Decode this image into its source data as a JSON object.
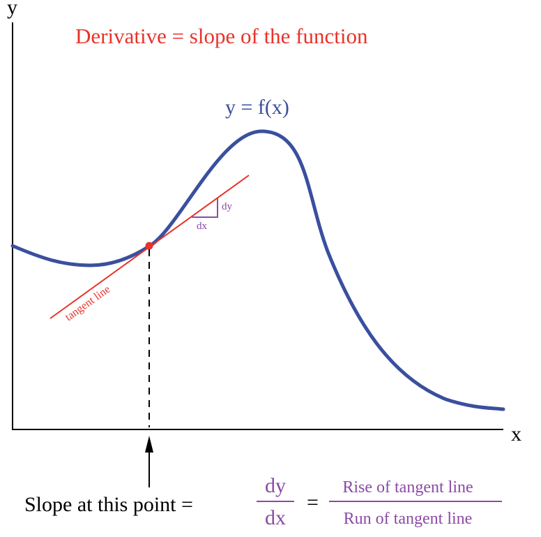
{
  "title": "Derivative = slope of the function",
  "function_label": "y = f(x)",
  "axis": {
    "x_label": "x",
    "y_label": "y"
  },
  "tangent_label": "tangent line",
  "triangle": {
    "dy_label": "dy",
    "dx_label": "dx"
  },
  "formula": {
    "lead": "Slope at this point =",
    "numerator": "dy",
    "denominator": "dx",
    "equals": "=",
    "rise": "Rise of tangent line",
    "run": "Run of tangent line"
  },
  "colors": {
    "title": "#e8322a",
    "curve": "#3a4f9e",
    "function_label": "#3a4f9e",
    "tangent": "#e8322a",
    "triangle": "#8b4aa6",
    "formula_fraction": "#8b4aa6",
    "axis": "#000000",
    "text": "#000000"
  }
}
